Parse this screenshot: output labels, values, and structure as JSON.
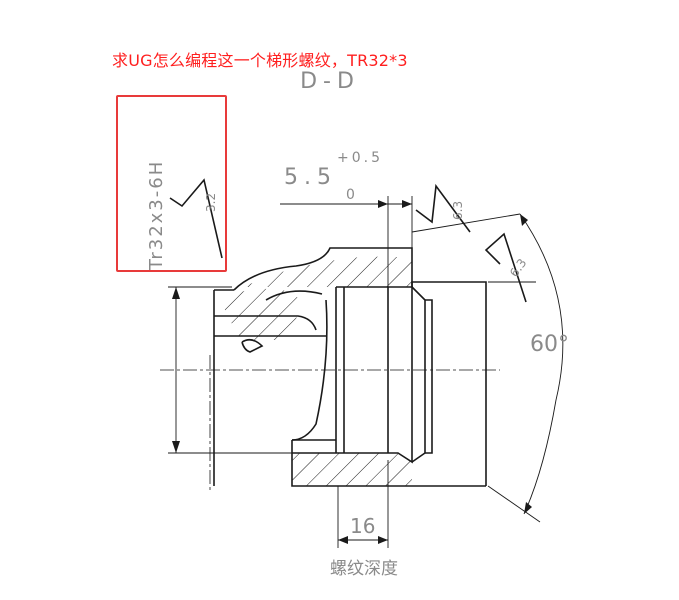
{
  "question": "求UG怎么编程这一个梯形螺纹，TR32*3",
  "drawing": {
    "section_label": "D-D",
    "thread_spec": "Tr32x3-6H",
    "roughness_thread": "3.2",
    "roughness_face": "6.3",
    "roughness_chamfer": "6.3",
    "dim_width": "5.5",
    "dim_tol_upper": "+0.5",
    "dim_tol_lower": "0",
    "dim_angle": "60°",
    "dim_depth": "16",
    "depth_label": "螺纹深度"
  },
  "colors": {
    "question": "#ff1f1f",
    "highlight_box": "#e83a3a",
    "line": "#1a1a1a",
    "dim_text": "#8a8a8a"
  }
}
